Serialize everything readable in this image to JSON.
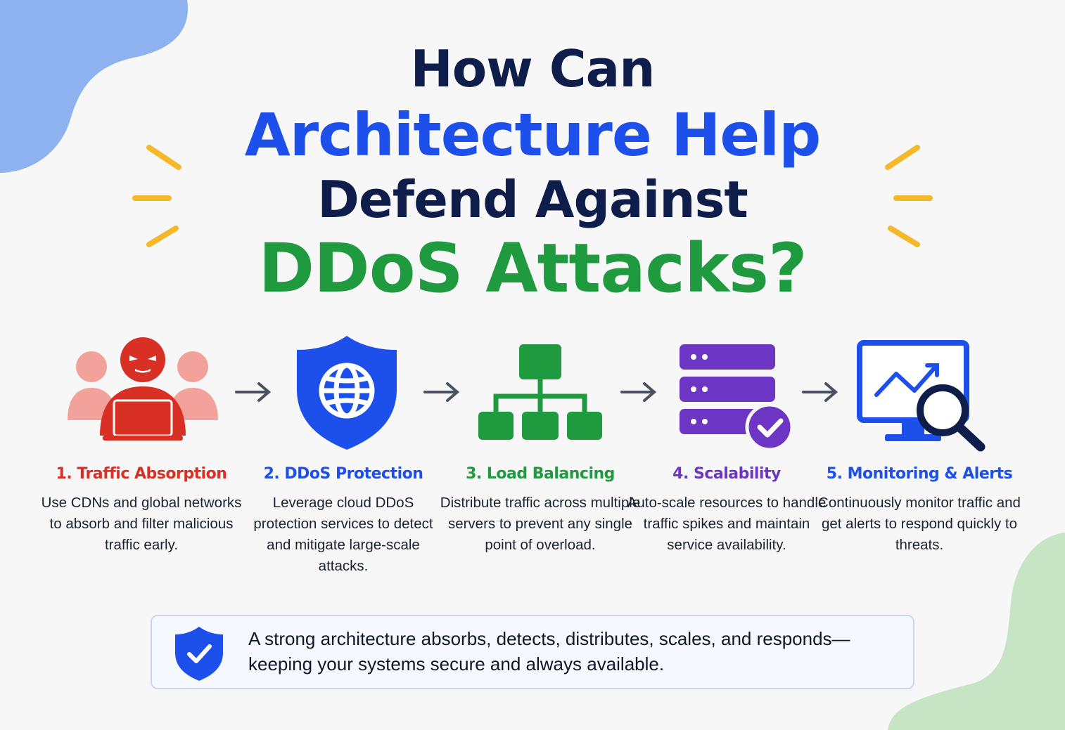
{
  "title": {
    "line1": "How Can",
    "line2": "Architecture Help",
    "line3": "Defend Against",
    "line4": "DDoS Attacks?"
  },
  "steps": [
    {
      "title": "1. Traffic Absorption",
      "text": "Use CDNs and global networks to absorb and filter malicious traffic early.",
      "color": "#d93025",
      "icon": "hacker-icon"
    },
    {
      "title": "2. DDoS Protection",
      "text": "Leverage cloud DDoS protection services to detect and mitigate large-scale attacks.",
      "color": "#1d4fea",
      "icon": "shield-globe-icon"
    },
    {
      "title": "3. Load Balancing",
      "text": "Distribute traffic across multiple servers to prevent any single point of overload.",
      "color": "#1f9a3e",
      "icon": "load-balancer-icon"
    },
    {
      "title": "4. Scalability",
      "text": "Auto-scale resources to handle traffic spikes and maintain service availability.",
      "color": "#6d35c4",
      "icon": "server-stack-icon"
    },
    {
      "title": "5. Monitoring & Alerts",
      "text": "Continuously monitor traffic and get alerts to respond quickly to threats.",
      "color": "#1d4fea",
      "icon": "monitor-search-icon"
    }
  ],
  "banner": {
    "text": "A strong architecture absorbs, detects, distributes, scales, and responds— keeping your systems secure and always available.",
    "icon": "shield-check-icon"
  },
  "colors": {
    "navy": "#0e1d4a",
    "blue": "#1d4fea",
    "green": "#1f9a3e",
    "red": "#d93025",
    "purple": "#6d35c4",
    "accent_yellow": "#f4b829"
  }
}
